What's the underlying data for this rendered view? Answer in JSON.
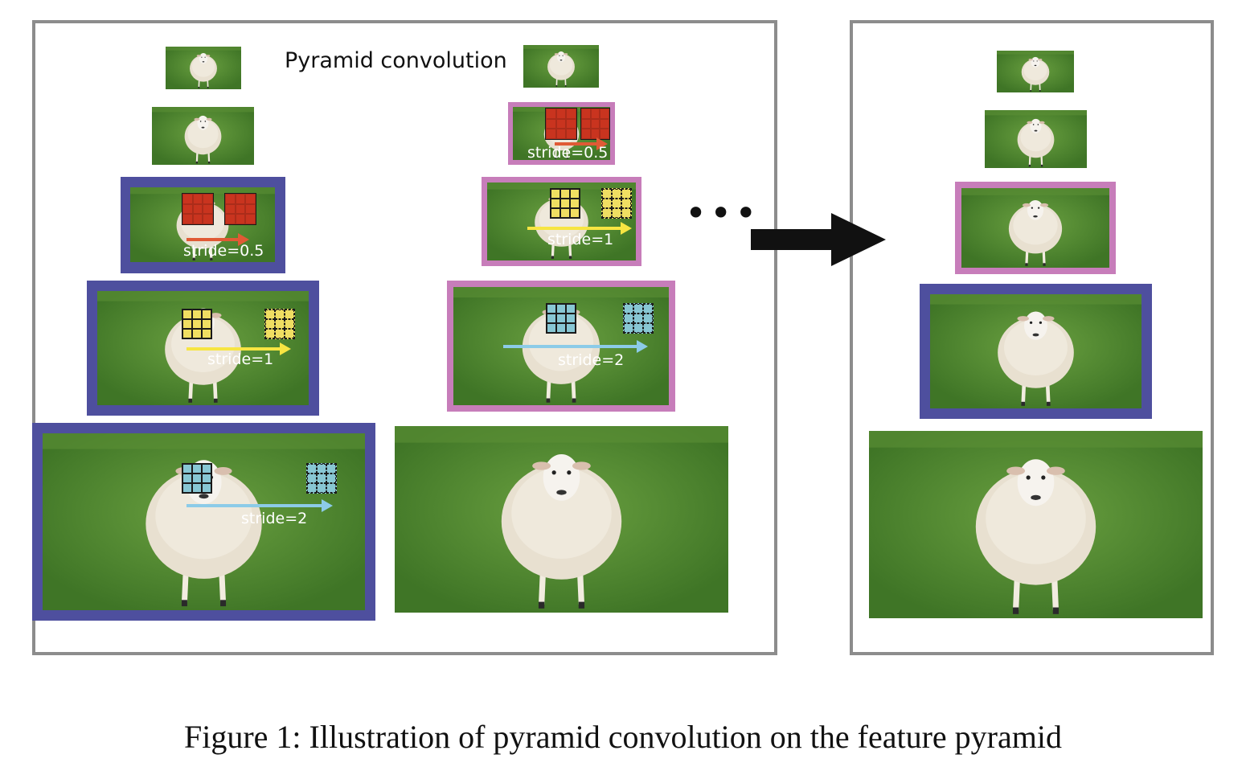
{
  "figure": {
    "title": "Pyramid convolution",
    "caption": "Figure 1: Illustration of pyramid convolution on the feature pyramid",
    "ellipsis": "•••"
  },
  "strides": {
    "half": "stride=0.5",
    "one": "stride=1",
    "two": "stride=2"
  },
  "colors": {
    "panel_border": "#8c8c8c",
    "blue_frame": "#4e4f9e",
    "pink_frame": "#c77dba",
    "kernel_red": "#c9341f",
    "kernel_yellow": "#f0de62",
    "kernel_cyan": "#88c7d4",
    "arrow_red": "#e05a35",
    "arrow_yellow": "#f7e542",
    "arrow_cyan": "#8ccbe8",
    "grass": "#4f8a30"
  },
  "icons": {
    "sheep": "sheep-image",
    "big_arrow": "right-arrow-icon"
  }
}
